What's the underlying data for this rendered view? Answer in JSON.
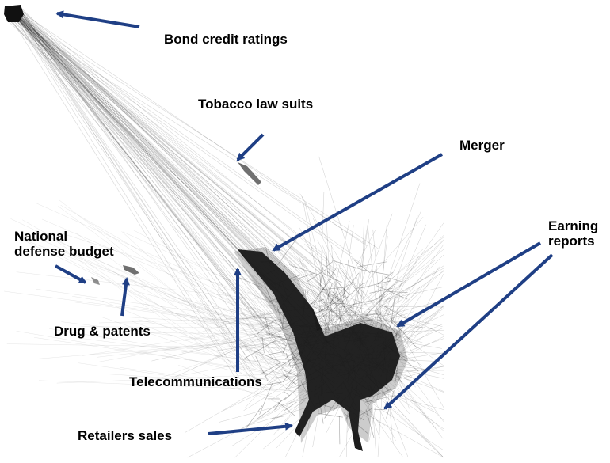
{
  "annotations": {
    "bond": "Bond credit ratings",
    "tobacco": "Tobacco law suits",
    "merger": "Merger",
    "earning_1": "Earning",
    "earning_2": "reports",
    "defense_1": "National",
    "defense_2": "defense budget",
    "drug": "Drug & patents",
    "telecom": "Telecommunications",
    "retail": "Retailers sales"
  },
  "colors": {
    "arrow": "#1f3f85",
    "edge": "#222222",
    "core": "#111111",
    "background": "#ffffff"
  }
}
